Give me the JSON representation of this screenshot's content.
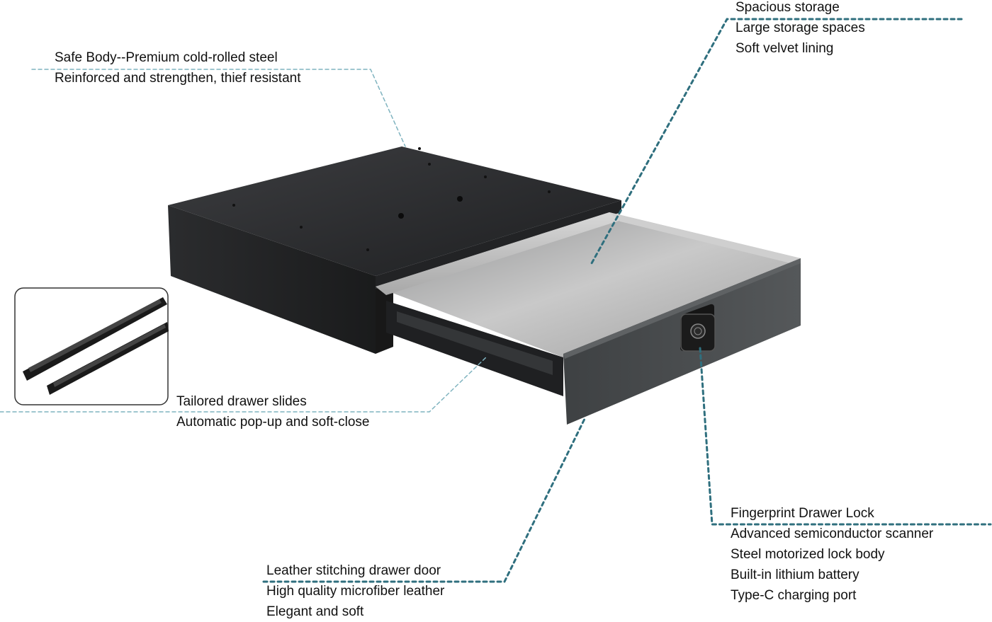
{
  "callouts": {
    "safe_body": [
      "Safe Body--Premium cold-rolled steel",
      "Reinforced and strengthen, thief resistant"
    ],
    "storage": [
      "Spacious storage",
      "Large storage spaces",
      "Soft velvet lining"
    ],
    "slides": [
      "Tailored drawer slides",
      "Automatic pop-up and soft-close"
    ],
    "lock": [
      "Fingerprint Drawer Lock",
      "Advanced semiconductor scanner",
      "Steel motorized lock body",
      "Built-in lithium battery",
      "Type-C charging port"
    ],
    "door": [
      "Leather stitching drawer door",
      "High quality microfiber leather",
      "Elegant and soft"
    ]
  },
  "colors": {
    "leader": "#2f6f7e",
    "leader_light": "#7fb3bf",
    "body": "#2a2b2d",
    "drawer_interior": "#b9b9b9",
    "leather": "#4a4d4f"
  },
  "icons": {
    "fingerprint": "fingerprint-icon"
  }
}
